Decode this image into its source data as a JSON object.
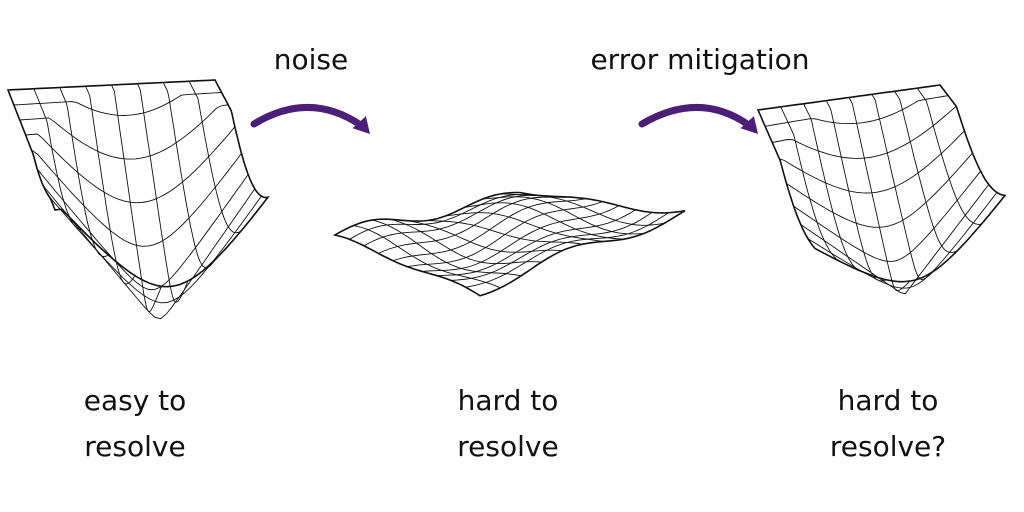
{
  "transitions": [
    {
      "label": "noise"
    },
    {
      "label": "error mitigation"
    }
  ],
  "landscapes": [
    {
      "caption_line1": "easy to",
      "caption_line2": "resolve"
    },
    {
      "caption_line1": "hard to",
      "caption_line2": "resolve"
    },
    {
      "caption_line1": "hard to",
      "caption_line2": "resolve?"
    }
  ],
  "colors": {
    "arrow": "#4b1e78",
    "stroke": "#111111",
    "surface": "#ffffff"
  }
}
